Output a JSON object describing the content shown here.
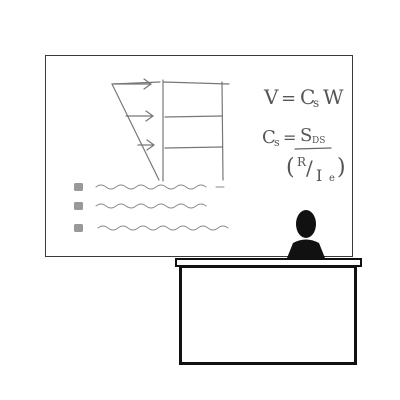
{
  "scene": {
    "board": {
      "formula_1": {
        "lhs": "V",
        "equals": "=",
        "rhs_main": "C",
        "rhs_sub": "s",
        "rhs_tail": "W"
      },
      "formula_2": {
        "lhs_main": "C",
        "lhs_sub": "s",
        "equals": "=",
        "num_main": "S",
        "num_sub": "DS",
        "den_open": "(",
        "den_r": "R",
        "den_slash": "/",
        "den_i": "I",
        "den_i_sub": "e",
        "den_close": ")"
      },
      "bullet_count": 3
    },
    "colors": {
      "board_border": "#3a3a3a",
      "sketch": "#777777",
      "bullet": "#999999",
      "presenter": "#111111",
      "podium_outline": "#111111"
    },
    "icons": {
      "presenter": "person-silhouette-icon",
      "arrow": "right-arrow-icon",
      "bullet": "bullet-square-icon"
    }
  }
}
